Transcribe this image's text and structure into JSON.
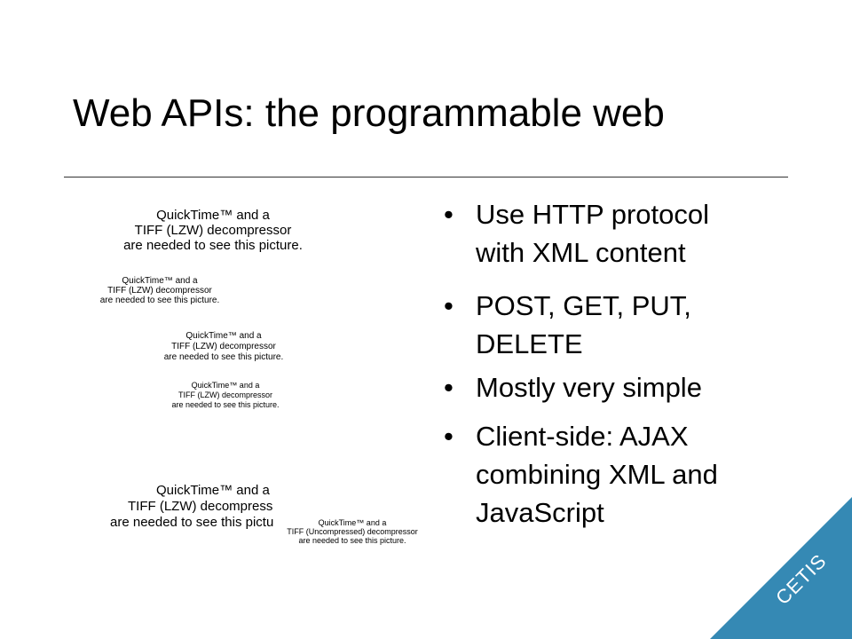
{
  "slide": {
    "title": "Web APIs: the programmable web",
    "bullet_marker": "•",
    "bullets": [
      {
        "line1": "Use HTTP protocol",
        "line2": "with XML content"
      },
      {
        "line1": "POST, GET, PUT,",
        "line2": "DELETE"
      },
      {
        "line1": "Mostly very simple",
        "line2": ""
      },
      {
        "line1": "Client-side: AJAX",
        "line2": "combining XML and",
        "line3": "JavaScript"
      }
    ],
    "placeholders": [
      {
        "l1": "QuickTime™ and a",
        "l2": "TIFF (LZW) decompressor",
        "l3": "are needed to see this picture."
      },
      {
        "l1": "QuickTime™ and a",
        "l2": "TIFF (LZW) decompressor",
        "l3": "are needed to see this picture."
      },
      {
        "l1": "QuickTime™ and a",
        "l2": "TIFF (LZW) decompressor",
        "l3": "are needed to see this picture."
      },
      {
        "l1": "QuickTime™ and a",
        "l2": "TIFF (LZW) decompressor",
        "l3": "are needed to see this picture."
      },
      {
        "l1": "QuickTime™ and a",
        "l2": "TIFF (LZW) decompress",
        "l3": "are needed to see this pictu"
      },
      {
        "l1": "QuickTime™ and a",
        "l2": "TIFF (Uncompressed) decompressor",
        "l3": "are needed to see this picture."
      }
    ],
    "corner_label": "CETIS",
    "corner_color": "#3589b4"
  }
}
